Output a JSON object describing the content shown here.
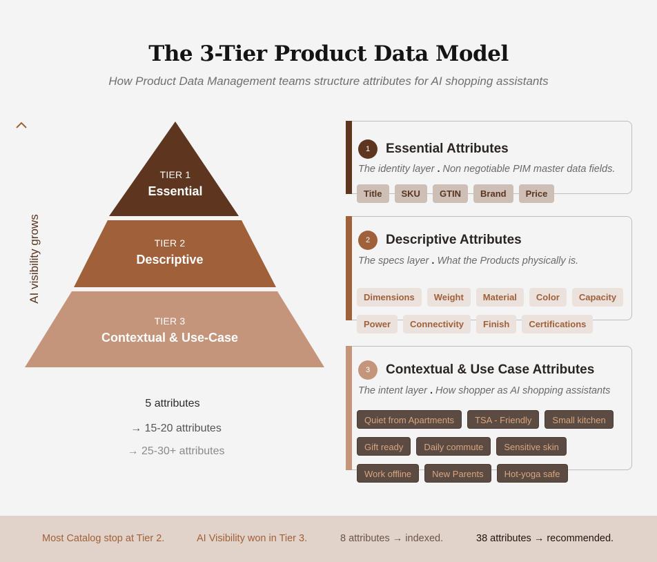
{
  "header": {
    "title": "The 3-Tier Product Data Model",
    "subtitle": "How Product Data Management teams structure attributes for AI shopping assistants"
  },
  "axis": {
    "label": "AI visibility grows",
    "icon": "arrow-up-icon"
  },
  "pyramid": {
    "tiers": [
      {
        "number": "TIER 1",
        "label": "Essential",
        "color": "#5e351f"
      },
      {
        "number": "TIER 2",
        "label": "Descriptive",
        "color": "#a0603a"
      },
      {
        "number": "TIER 3",
        "label": "Contextual & Use-Case",
        "color": "#c4957a"
      }
    ],
    "counts": [
      "5 attributes",
      "→ 15-20 attributes",
      "→ 25-30+ attributes"
    ]
  },
  "cards": [
    {
      "number": "1",
      "title": "Essential Attributes",
      "desc_a": "The identity layer",
      "desc_sep": ".",
      "desc_b": "Non negotiable PIM master data fields.",
      "color": "#5e351f",
      "chips": [
        "Title",
        "SKU",
        "GTIN",
        "Brand",
        "Price"
      ]
    },
    {
      "number": "2",
      "title": "Descriptive Attributes",
      "desc_a": "The specs layer",
      "desc_sep": ".",
      "desc_b": "What the Products physically is.",
      "color": "#a0603a",
      "chips": [
        "Dimensions",
        "Weight",
        "Material",
        "Color",
        "Capacity",
        "Power",
        "Connectivity",
        "Finish",
        "Certifications"
      ]
    },
    {
      "number": "3",
      "title": "Contextual & Use Case Attributes",
      "desc_a": "The intent layer",
      "desc_sep": ".",
      "desc_b": "How shopper as AI shopping assistants",
      "color": "#c4957a",
      "chips": [
        "Quiet from Apartments",
        "TSA - Friendly",
        "Small kitchen",
        "Gift ready",
        "Daily commute",
        "Sensitive skin",
        "Work offline",
        "New Parents",
        "Hot-yoga safe"
      ]
    }
  ],
  "footer": {
    "items": [
      {
        "text": "Most Catalog stop at Tier 2.",
        "color": "#a0603a"
      },
      {
        "text": "AI Visibility won in Tier 3.",
        "color": "#a0603a"
      },
      {
        "text": "8 attributes  → indexed.",
        "color": "#6a5448"
      },
      {
        "text": "38 attributes → recommended.",
        "color": "#1e1410"
      }
    ]
  },
  "colors": {
    "background": "#f4f4f4",
    "tier1": "#5e351f",
    "tier2": "#a0603a",
    "tier3": "#c4957a",
    "footer_bg": "#e1d3c9"
  }
}
